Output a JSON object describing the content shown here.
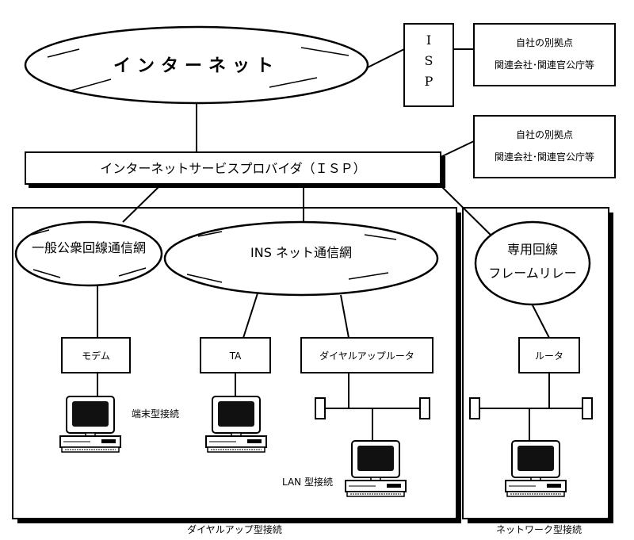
{
  "internet": {
    "label": "インターネット"
  },
  "isp_small": {
    "line1": "I",
    "line2": "S",
    "line3": "P"
  },
  "remote_top": {
    "line1": "自社の別拠点",
    "line2": "関連会社･関連官公庁等"
  },
  "remote_mid": {
    "line1": "自社の別拠点",
    "line2": "関連会社･関連官公庁等"
  },
  "isp_bar": {
    "label": "インターネットサービスプロバイダ（ＩＳＰ）"
  },
  "pstn": {
    "label": "一般公衆回線通信網"
  },
  "ins": {
    "label": "INS ネット通信網"
  },
  "leased": {
    "line1": "専用回線",
    "line2": "フレームリレー"
  },
  "devices": {
    "modem": "モデム",
    "ta": "TA",
    "dialup_router": "ダイヤルアップルータ",
    "router": "ルータ"
  },
  "captions": {
    "terminal": "端末型接続",
    "lan": "LAN 型接続",
    "dialup_group": "ダイヤルアップ型接続",
    "network_group": "ネットワーク型接続"
  },
  "colors": {
    "stroke": "#000000",
    "screen": "#111111",
    "background": "#ffffff"
  }
}
